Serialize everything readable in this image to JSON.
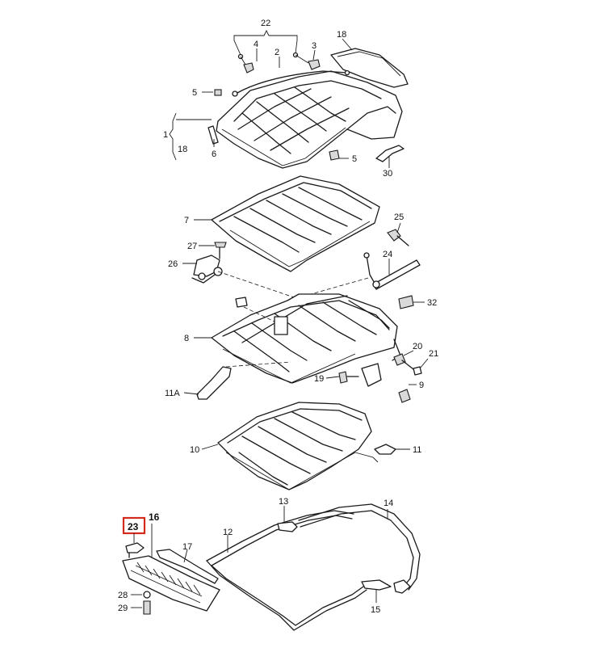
{
  "diagram": {
    "callouts": [
      {
        "id": "c1",
        "text": "1"
      },
      {
        "id": "c2",
        "text": "2"
      },
      {
        "id": "c3",
        "text": "3"
      },
      {
        "id": "c4",
        "text": "4"
      },
      {
        "id": "c5a",
        "text": "5"
      },
      {
        "id": "c5b",
        "text": "5"
      },
      {
        "id": "c6",
        "text": "6"
      },
      {
        "id": "c7",
        "text": "7"
      },
      {
        "id": "c8",
        "text": "8"
      },
      {
        "id": "c9",
        "text": "9"
      },
      {
        "id": "c10",
        "text": "10"
      },
      {
        "id": "c11",
        "text": "11"
      },
      {
        "id": "c11a",
        "text": "11A"
      },
      {
        "id": "c12",
        "text": "12"
      },
      {
        "id": "c13",
        "text": "13"
      },
      {
        "id": "c14",
        "text": "14"
      },
      {
        "id": "c15",
        "text": "15"
      },
      {
        "id": "c16",
        "text": "16"
      },
      {
        "id": "c17",
        "text": "17"
      },
      {
        "id": "c18a",
        "text": "18"
      },
      {
        "id": "c18b",
        "text": "18"
      },
      {
        "id": "c19",
        "text": "19"
      },
      {
        "id": "c20",
        "text": "20"
      },
      {
        "id": "c21",
        "text": "21"
      },
      {
        "id": "c22",
        "text": "22"
      },
      {
        "id": "c23",
        "text": "23"
      },
      {
        "id": "c24",
        "text": "24"
      },
      {
        "id": "c25",
        "text": "25"
      },
      {
        "id": "c26",
        "text": "26"
      },
      {
        "id": "c27",
        "text": "27"
      },
      {
        "id": "c28",
        "text": "28"
      },
      {
        "id": "c29",
        "text": "29"
      },
      {
        "id": "c30",
        "text": "30"
      },
      {
        "id": "c32",
        "text": "32"
      }
    ],
    "highlight_color": "#d42a1c",
    "highlighted_callout": "23"
  }
}
